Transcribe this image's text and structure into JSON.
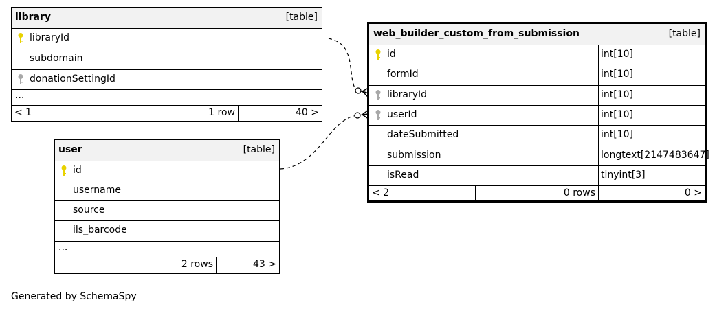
{
  "footer_text": "Generated by SchemaSpy",
  "tables": {
    "library": {
      "name": "library",
      "type_label": "[table]",
      "columns": [
        {
          "name": "libraryId",
          "key": "primary"
        },
        {
          "name": "subdomain",
          "key": "none"
        },
        {
          "name": "donationSettingId",
          "key": "foreign"
        }
      ],
      "more": "...",
      "footer": {
        "left": "< 1",
        "middle": "1 row",
        "right": "40 >"
      }
    },
    "user": {
      "name": "user",
      "type_label": "[table]",
      "columns": [
        {
          "name": "id",
          "key": "primary"
        },
        {
          "name": "username",
          "key": "none"
        },
        {
          "name": "source",
          "key": "none"
        },
        {
          "name": "ils_barcode",
          "key": "none"
        }
      ],
      "more": "...",
      "footer": {
        "left": "",
        "middle": "2 rows",
        "right": "43 >"
      }
    },
    "submission": {
      "name": "web_builder_custom_from_submission",
      "type_label": "[table]",
      "columns": [
        {
          "name": "id",
          "type": "int[10]",
          "key": "primary"
        },
        {
          "name": "formId",
          "type": "int[10]",
          "key": "none"
        },
        {
          "name": "libraryId",
          "type": "int[10]",
          "key": "foreign"
        },
        {
          "name": "userId",
          "type": "int[10]",
          "key": "foreign"
        },
        {
          "name": "dateSubmitted",
          "type": "int[10]",
          "key": "none"
        },
        {
          "name": "submission",
          "type": "longtext[2147483647]",
          "key": "none"
        },
        {
          "name": "isRead",
          "type": "tinyint[3]",
          "key": "none"
        }
      ],
      "footer": {
        "left": "< 2",
        "middle": "0 rows",
        "right": "0 >"
      }
    }
  },
  "colors": {
    "primary_key": "#e8d200",
    "foreign_key": "#a8a8a8",
    "header_bg": "#f2f2f2"
  }
}
